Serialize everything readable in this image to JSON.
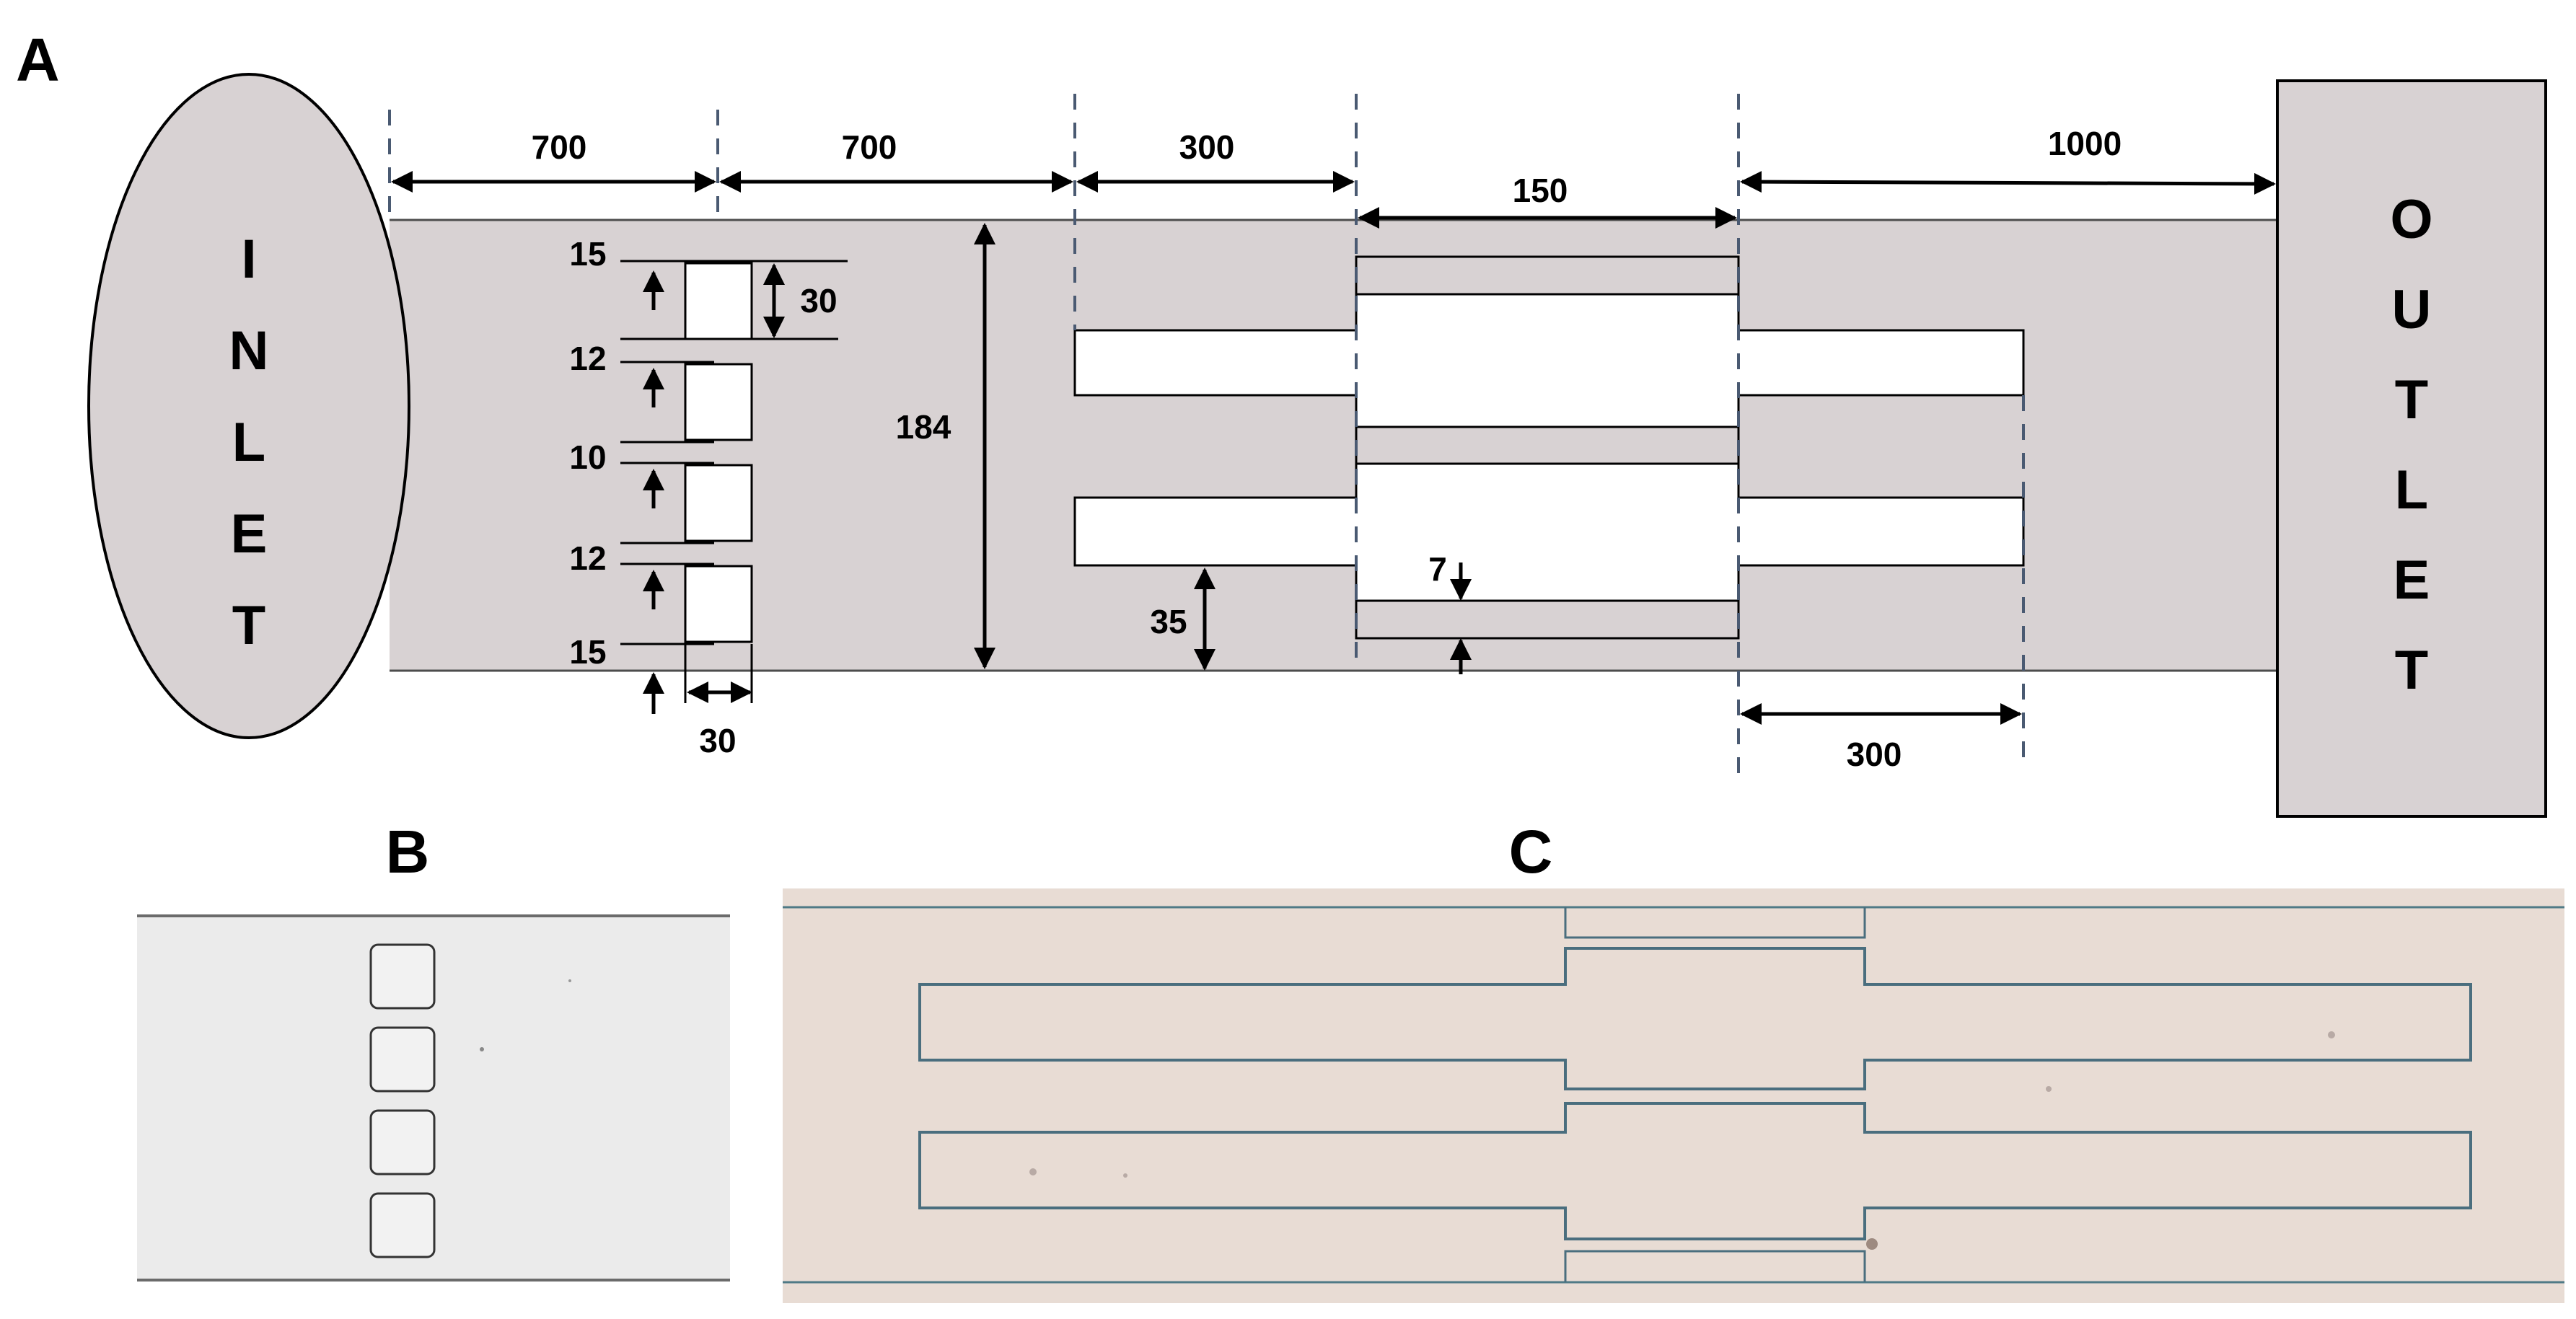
{
  "panels": {
    "a": "A",
    "b": "B",
    "c": "C"
  },
  "inlet": {
    "letters": [
      "I",
      "N",
      "L",
      "E",
      "T"
    ]
  },
  "outlet": {
    "letters": [
      "O",
      "U",
      "T",
      "L",
      "E",
      "T"
    ]
  },
  "dimensions": {
    "seg1": "700",
    "seg2": "700",
    "seg3": "300",
    "narrow_len": "150",
    "seg5": "1000",
    "channel_width": "184",
    "pillar_height": "30",
    "pillar_width": "30",
    "gap_top": "15",
    "gap_2": "12",
    "gap_3": "10",
    "gap_4": "12",
    "gap_bottom": "15",
    "block_offset": "35",
    "narrow_gap": "7",
    "block_tail": "300"
  },
  "colors": {
    "channel": "#d8d2d3",
    "dashed": "#4a5a72",
    "micrograph_b": "#ebebeb",
    "micrograph_c": "#e8dcd4"
  }
}
